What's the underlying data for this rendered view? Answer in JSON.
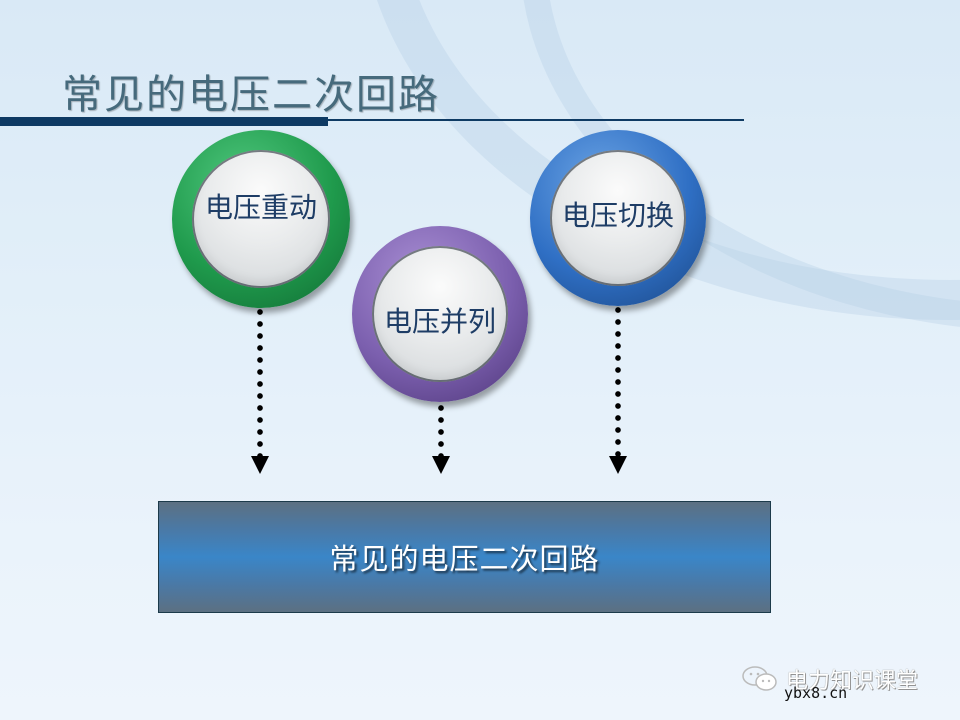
{
  "slide": {
    "title": "常见的电压二次回路",
    "colors": {
      "background": "#e2eff9",
      "title_text": "#466a7c",
      "rule": "#0e3a63",
      "bubble_label": "#1e3d66",
      "green_ring": "#1f9a4c",
      "purple_ring": "#7b5fae",
      "blue_ring": "#2f6fc4",
      "bar_center": "#3a86c8",
      "bar_edge": "#5c7082"
    }
  },
  "diagram": {
    "nodes": [
      {
        "id": "reclosing",
        "label": "电压重动",
        "color": "green"
      },
      {
        "id": "paralleling",
        "label": "电压并列",
        "color": "purple"
      },
      {
        "id": "switching",
        "label": "电压切换",
        "color": "blue"
      }
    ],
    "target": {
      "label": "常见的电压二次回路"
    },
    "edges": [
      {
        "from": "reclosing",
        "to": "target",
        "style": "dotted-arrow"
      },
      {
        "from": "paralleling",
        "to": "target",
        "style": "dotted-arrow"
      },
      {
        "from": "switching",
        "to": "target",
        "style": "dotted-arrow"
      }
    ]
  },
  "watermark": {
    "icon": "wechat-icon",
    "brand": "电力知识课堂",
    "site": "ybx8.cn"
  }
}
